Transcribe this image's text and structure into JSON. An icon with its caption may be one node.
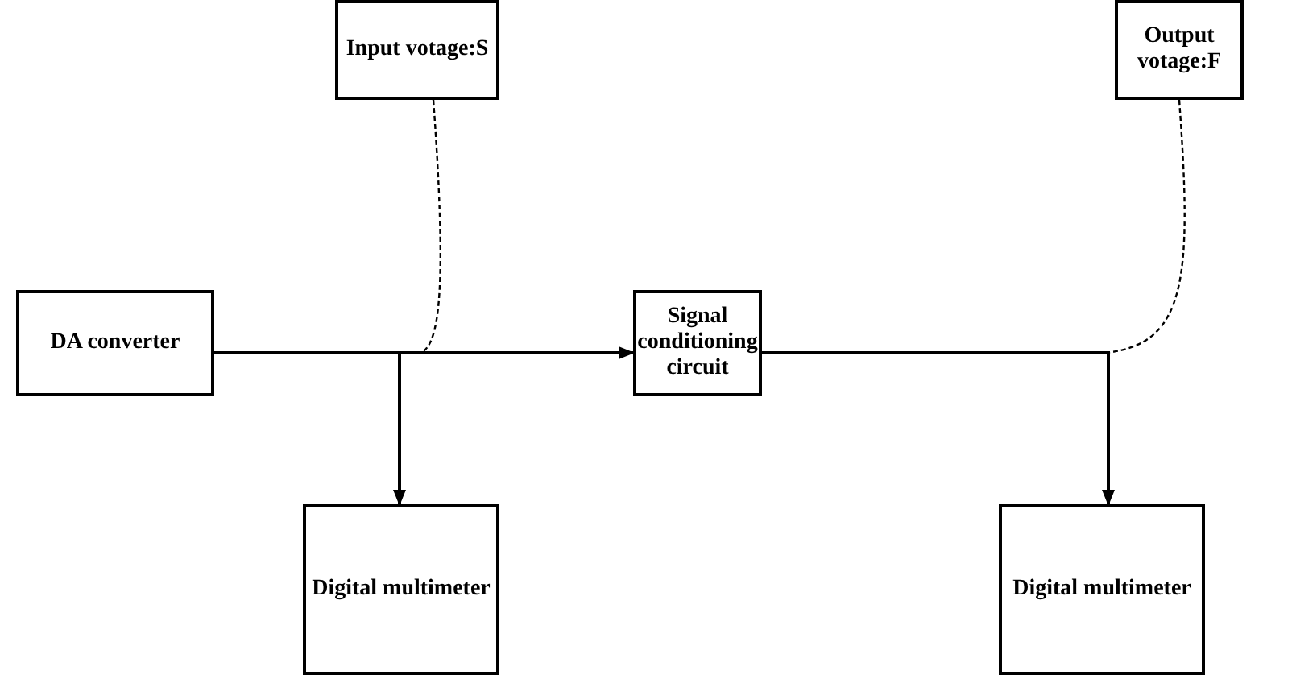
{
  "diagram": {
    "nodes": [
      {
        "text": [
          "Input votage:S"
        ]
      },
      {
        "text": [
          "Output votage:F"
        ]
      },
      {
        "text": [
          "DA converter"
        ]
      },
      {
        "text": [
          "Signal conditioning circuit"
        ]
      },
      {
        "text": [
          "Digital multimeter"
        ]
      },
      {
        "text": [
          "Digital multimeter"
        ]
      }
    ],
    "edges": [
      {
        "from": 2,
        "to": 3,
        "arrow": "to"
      },
      {
        "from": 2,
        "to": 4,
        "arrow": "to"
      },
      {
        "from": 3,
        "to": 5,
        "arrow": "to"
      },
      {
        "from": 0,
        "to": null,
        "arrow": "none",
        "style": "dashed"
      },
      {
        "from": 1,
        "to": null,
        "arrow": "none",
        "style": "dashed"
      }
    ]
  }
}
